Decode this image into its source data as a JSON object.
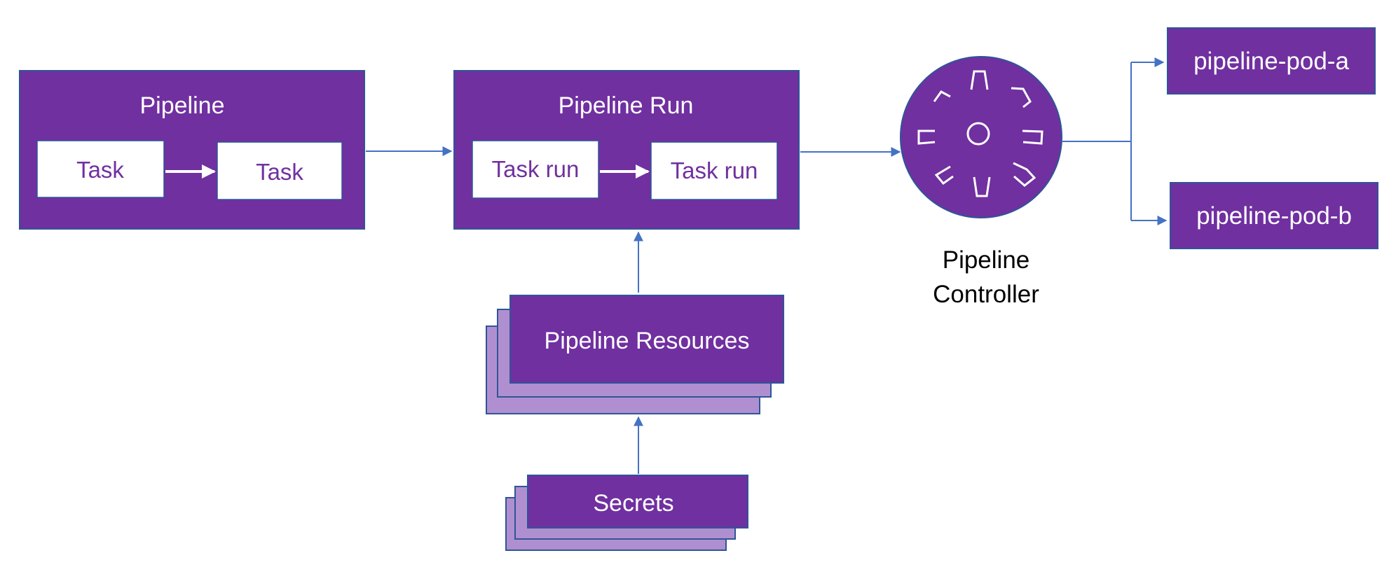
{
  "colors": {
    "primary": "#7030a0",
    "stack_light": "#b08fd0",
    "arrow": "#4472c4",
    "border": "#2f5597",
    "text_light": "#ffffff",
    "text_dark": "#000000"
  },
  "pipeline": {
    "title": "Pipeline",
    "tasks": [
      "Task",
      "Task"
    ]
  },
  "pipeline_run": {
    "title": "Pipeline Run",
    "task_runs": [
      "Task run",
      "Task run"
    ]
  },
  "resources": {
    "label": "Pipeline Resources"
  },
  "secrets": {
    "label": "Secrets"
  },
  "controller": {
    "icon": "controller-wheel-icon",
    "caption_line1": "Pipeline",
    "caption_line2": "Controller"
  },
  "pods": {
    "a": "pipeline-pod-a",
    "b": "pipeline-pod-b"
  }
}
